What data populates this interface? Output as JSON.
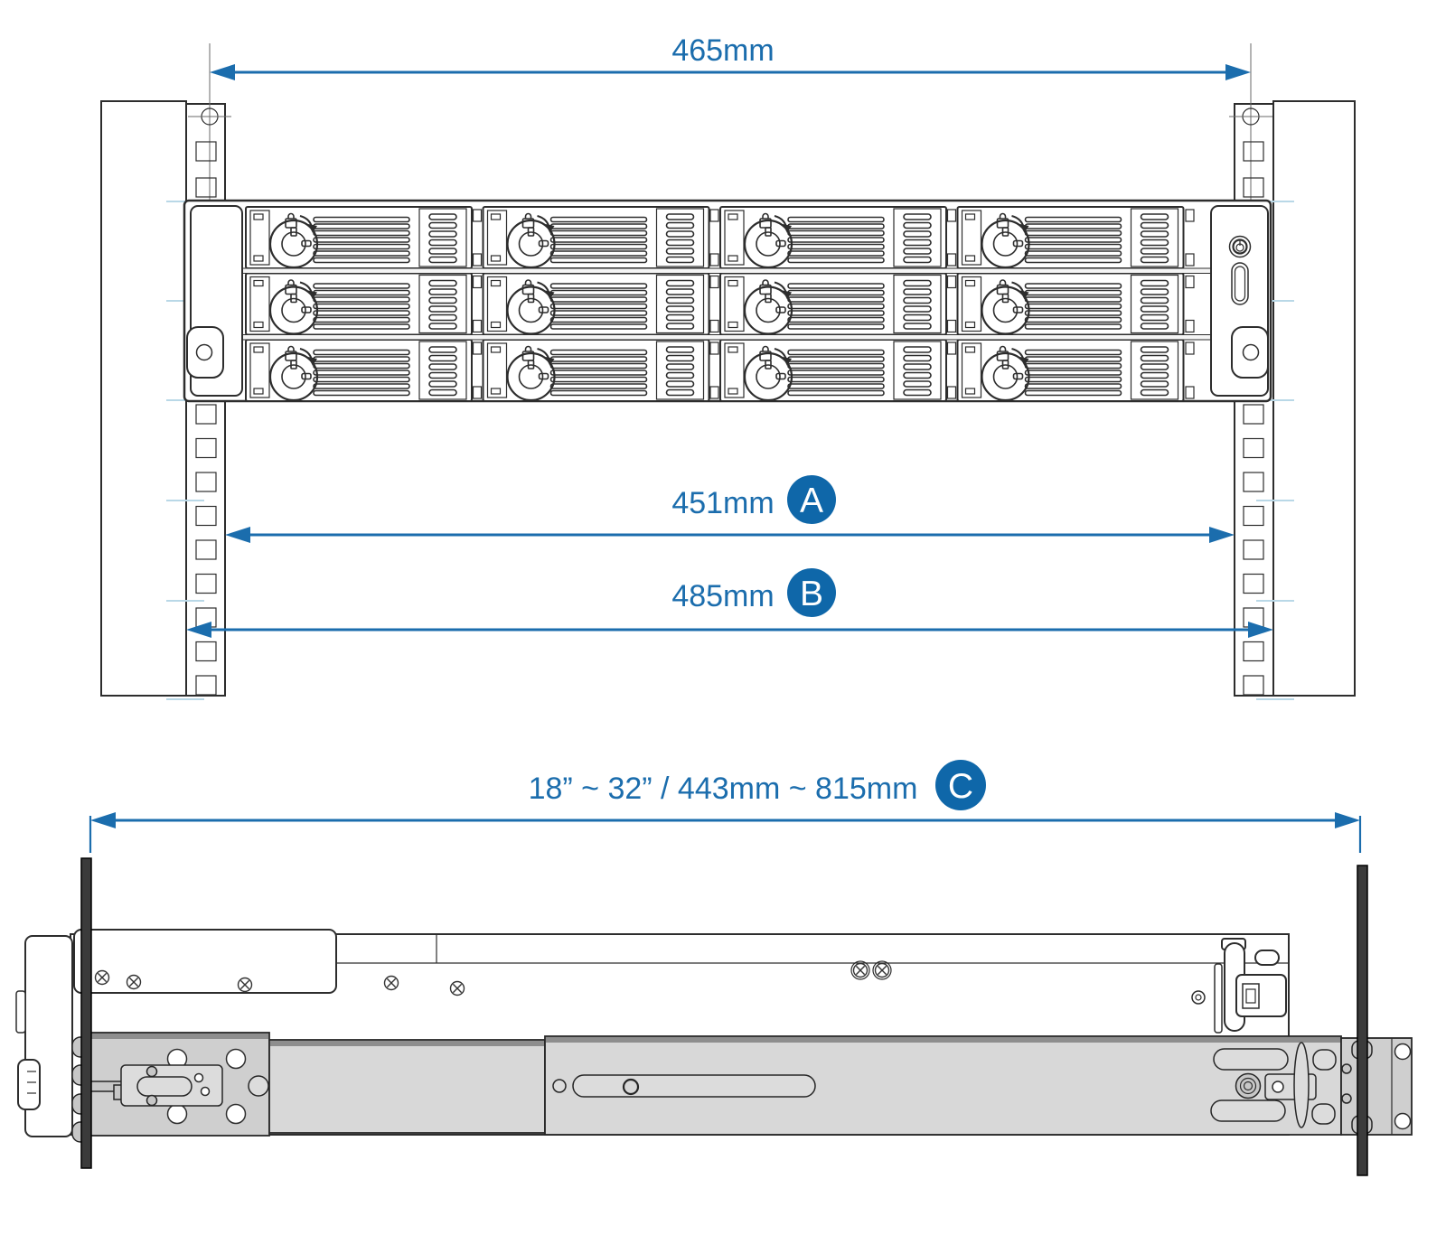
{
  "dims": {
    "width_465": {
      "label": "465mm"
    },
    "a": {
      "label": "451mm",
      "badge": "A"
    },
    "b": {
      "label": "485mm",
      "badge": "B"
    },
    "c": {
      "label": "18” ~ 32”  /  443mm ~ 815mm",
      "badge": "C"
    }
  },
  "colors": {
    "dimension_blue": "#1b6dad",
    "badge_blue": "#0f67a9",
    "rail_gray": "#d8d8d8",
    "bracket_gray": "#cfcfcf",
    "post_dark": "#3b3b3b",
    "unit_mark_cyan": "#b9d8e7",
    "line_dark": "#2d2d2d"
  },
  "icons": [
    "padlock-icon",
    "keylock-icon",
    "power-icon",
    "phillips-screw-icon",
    "status-led"
  ]
}
